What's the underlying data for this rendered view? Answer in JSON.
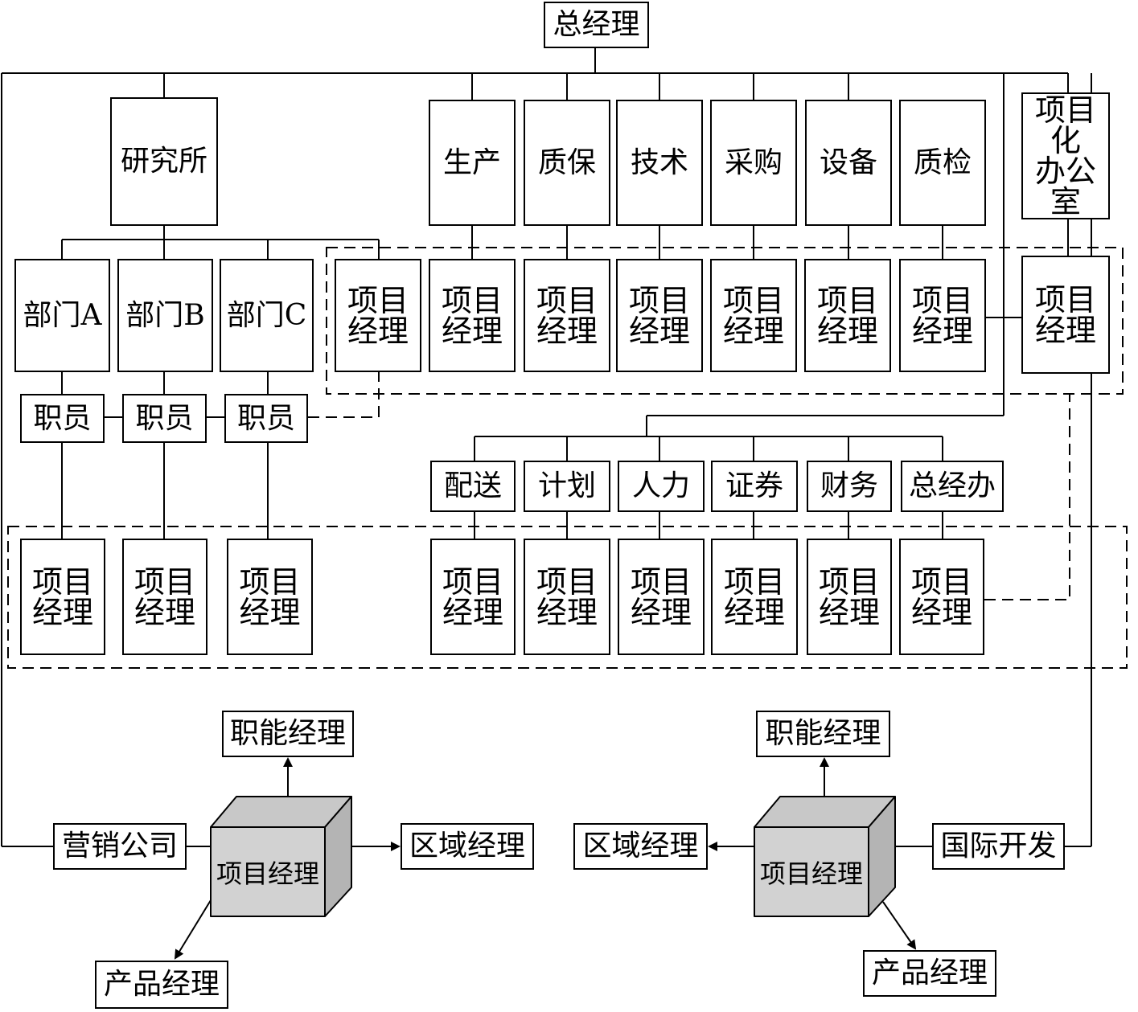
{
  "top": "总经理",
  "research": "研究所",
  "departments": [
    "部门A",
    "部门B",
    "部门C"
  ],
  "staff": "职员",
  "functions_top": [
    "生产",
    "质保",
    "技术",
    "采购",
    "设备",
    "质检"
  ],
  "project_office": [
    "项目化",
    "办公室"
  ],
  "project_manager": [
    "项目",
    "经理"
  ],
  "functions_bottom": [
    "配送",
    "计划",
    "人力",
    "证券",
    "财务",
    "总经办"
  ],
  "left_group": {
    "company": "营销公司",
    "center": "项目经理",
    "up": "职能经理",
    "right": "区域经理",
    "down": "产品经理"
  },
  "right_group": {
    "company": "国际开发",
    "center": "项目经理",
    "up": "职能经理",
    "left": "区域经理",
    "down": "产品经理"
  }
}
